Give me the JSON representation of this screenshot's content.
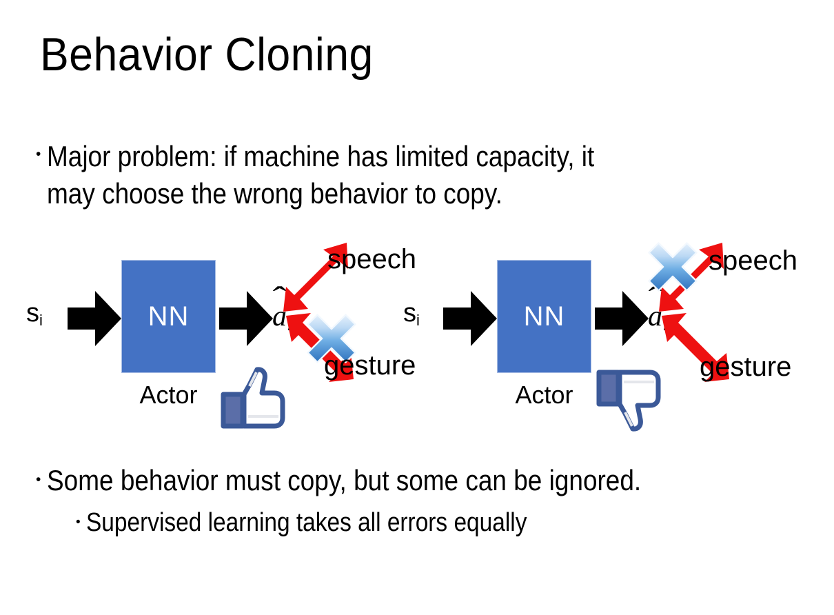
{
  "slide": {
    "title": "Behavior Cloning",
    "background": "#ffffff"
  },
  "bullets": {
    "dot": "•",
    "top": "Major problem: if machine has limited capacity, it\nmay choose the wrong behavior to copy.",
    "bottom_1": "Some behavior must copy, but some can be ignored.",
    "bottom_2": "Supervised learning takes all errors equally"
  },
  "colors": {
    "nn_fill": "#4472C4",
    "nn_border": "#A7BCE3",
    "arrow_black": "#000000",
    "arrow_red": "#EE1111",
    "x_blue_light": "#CFE3F7",
    "x_blue_dark": "#2E72BE",
    "thumb_navy": "#3B5998",
    "thumb_white": "#FFFFFF",
    "text": "#000000"
  },
  "diagram": {
    "panels": [
      {
        "id": "left",
        "state_symbol": "s",
        "state_subscript": "i",
        "nn_label": "NN",
        "actor_label": "Actor",
        "action_symbol": "a",
        "action_subscript": "i",
        "branch_up_label": "speech",
        "branch_down_label": "gesture",
        "crossed_branch": "gesture",
        "feedback_icon": "thumbs-up-icon"
      },
      {
        "id": "right",
        "state_symbol": "s",
        "state_subscript": "i",
        "nn_label": "NN",
        "actor_label": "Actor",
        "action_symbol": "a",
        "action_subscript": "i",
        "branch_up_label": "speech",
        "branch_down_label": "gesture",
        "crossed_branch": "speech",
        "feedback_icon": "thumbs-down-icon"
      }
    ]
  }
}
